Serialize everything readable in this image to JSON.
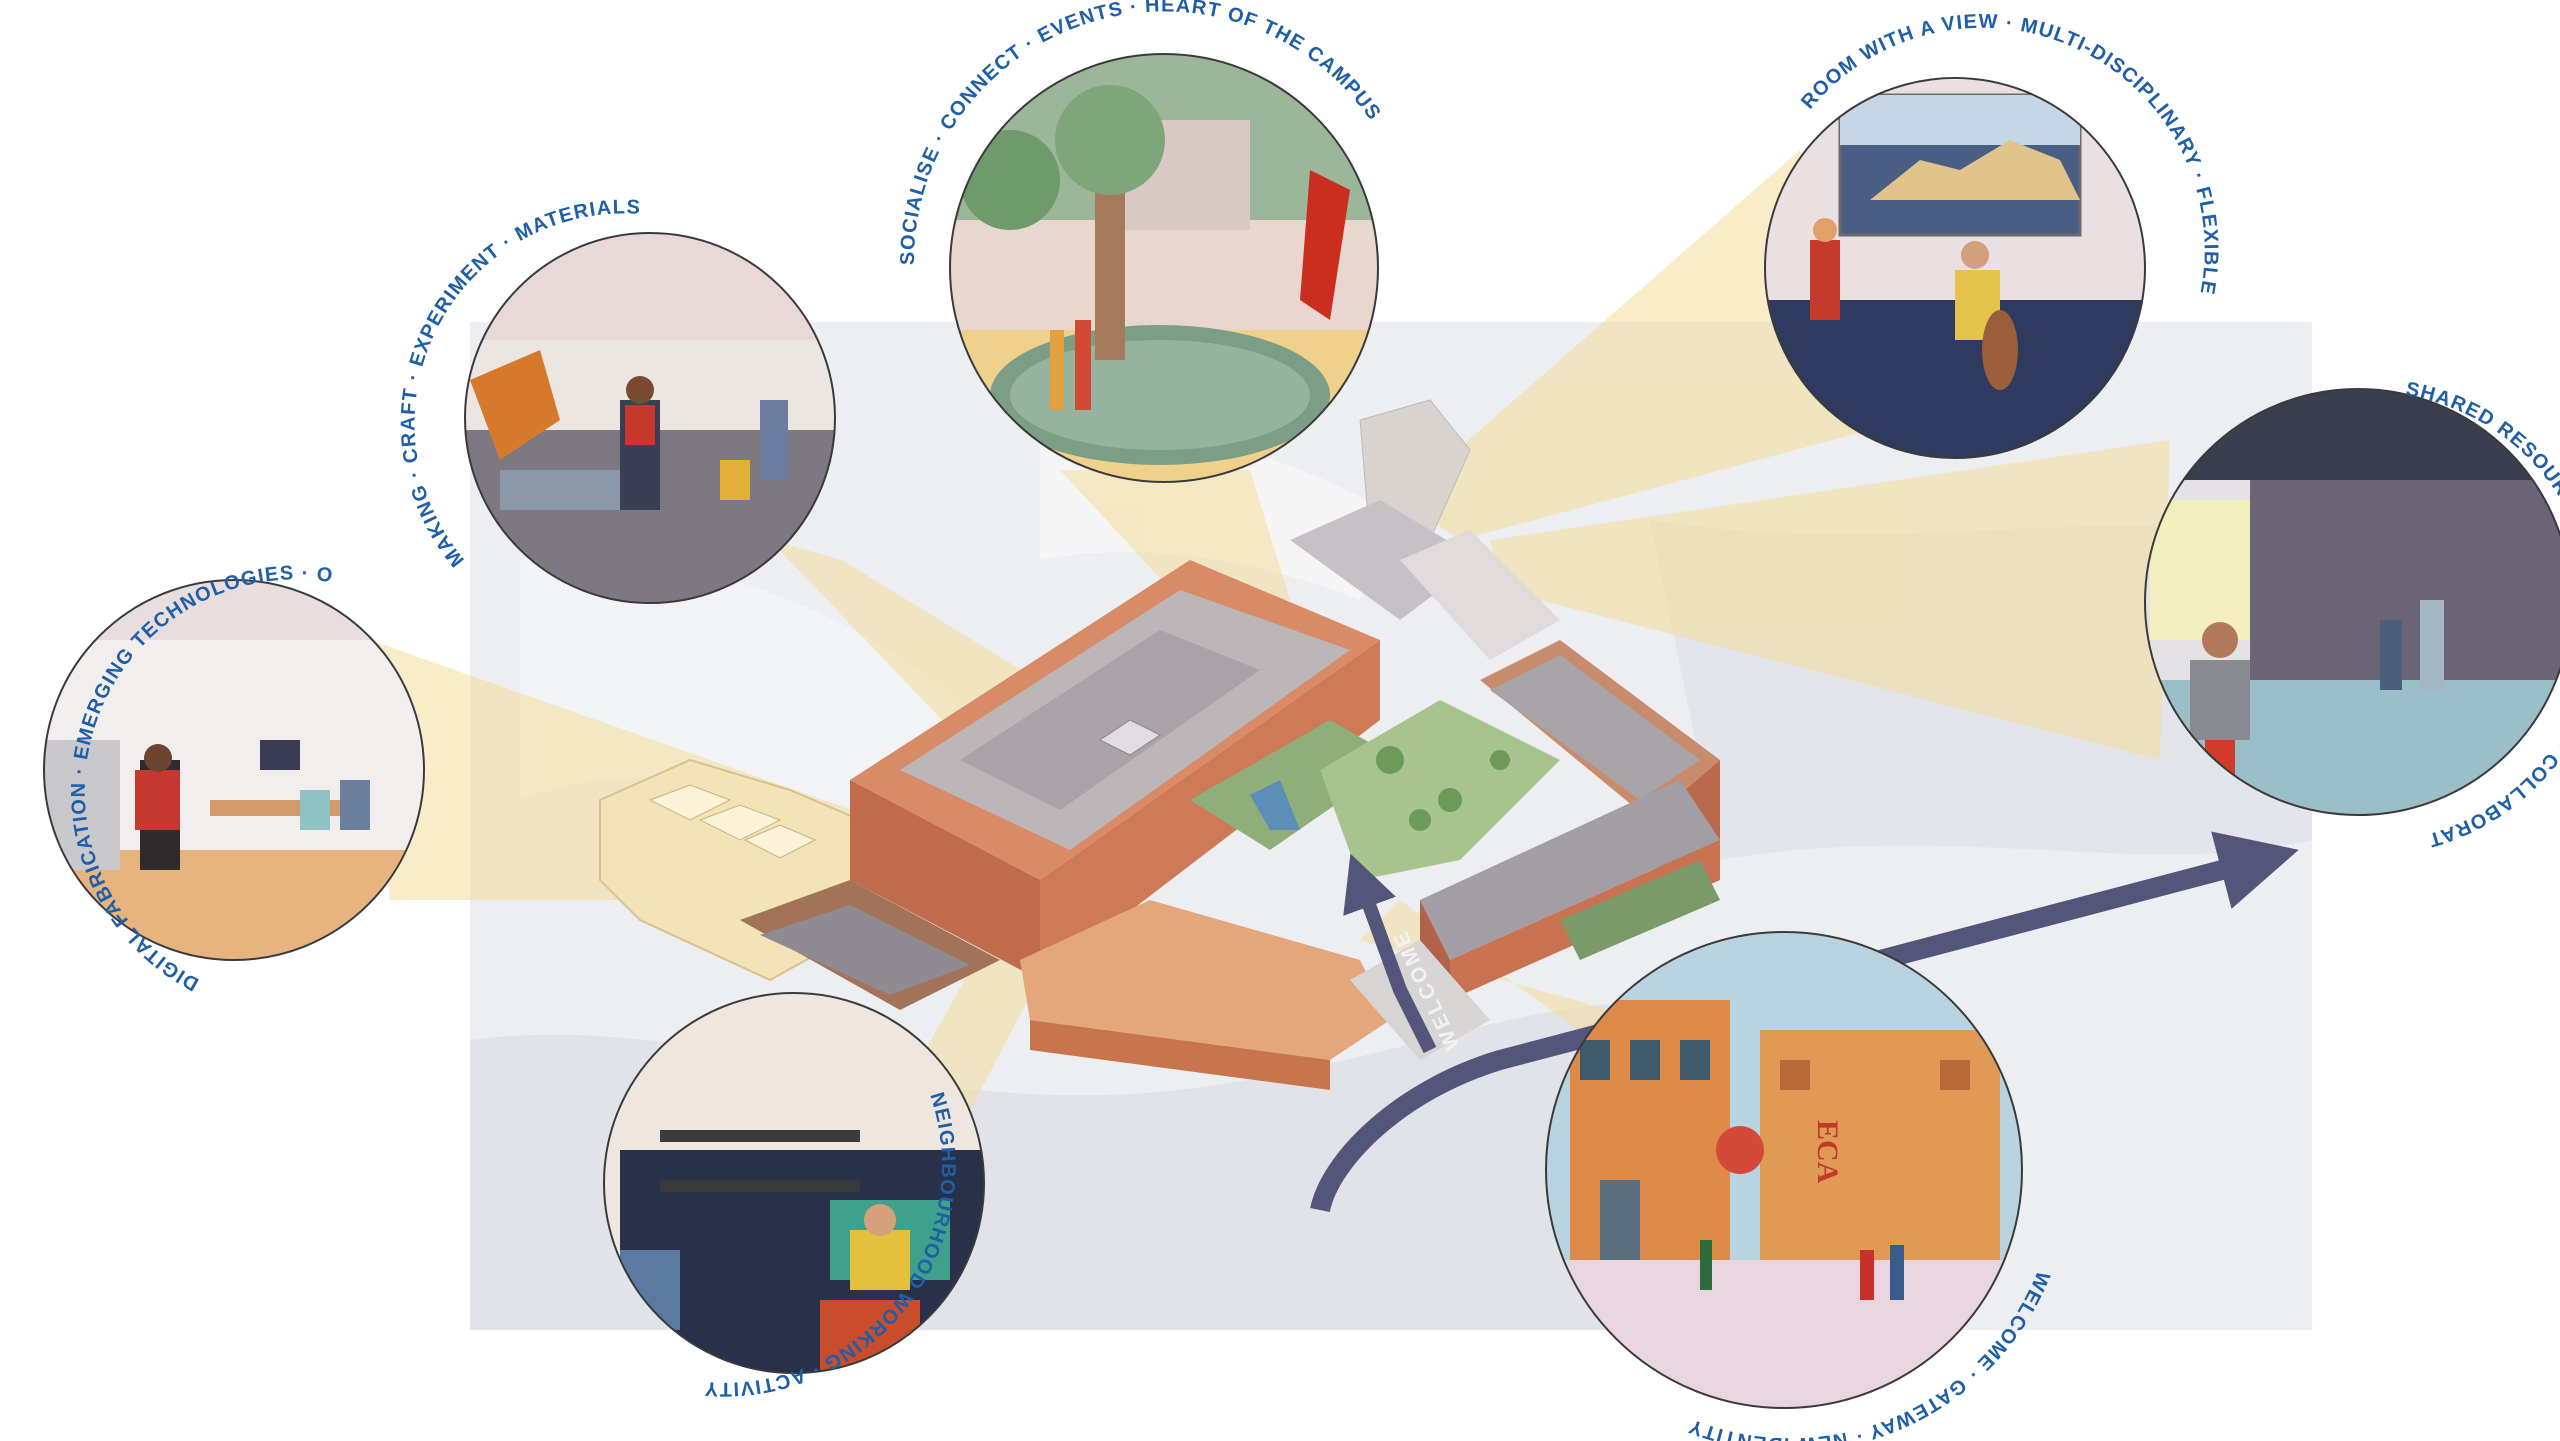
{
  "colors": {
    "title_text": "#1f5fa8",
    "arrow": "#54557a",
    "beam": "#f4dc9a",
    "brick": "#c9785a",
    "roof": "#b8b3b6",
    "ground": "#e9ebef"
  },
  "street_label": "WELCOME",
  "vignettes": [
    {
      "id": "socialise",
      "title": "SOCIALISE · CONNECT · EVENTS · HEART OF THE CAMPUS"
    },
    {
      "id": "making",
      "title": "MAKING · CRAFT · EXPERIMENT · MATERIALS"
    },
    {
      "id": "room",
      "title": "ROOM WITH A VIEW · MULTI-DISCIPLINARY · FLEXIBLE"
    },
    {
      "id": "shared",
      "title": "SHARED RESOURCES · SOUND & VISION · COLLABORATION"
    },
    {
      "id": "digital",
      "title": "DIGITAL FABRICATION · EMERGING TECHNOLOGIES · OPEN ACCESS"
    },
    {
      "id": "neighbourhood",
      "title": "NEIGHBOURHOOD WORKING · ACTIVITY BASED WORKSPACES"
    },
    {
      "id": "welcome",
      "title": "WELCOME · GATEWAY · NEW IDENTITY"
    }
  ],
  "signage": {
    "building_sign": "ECA"
  }
}
